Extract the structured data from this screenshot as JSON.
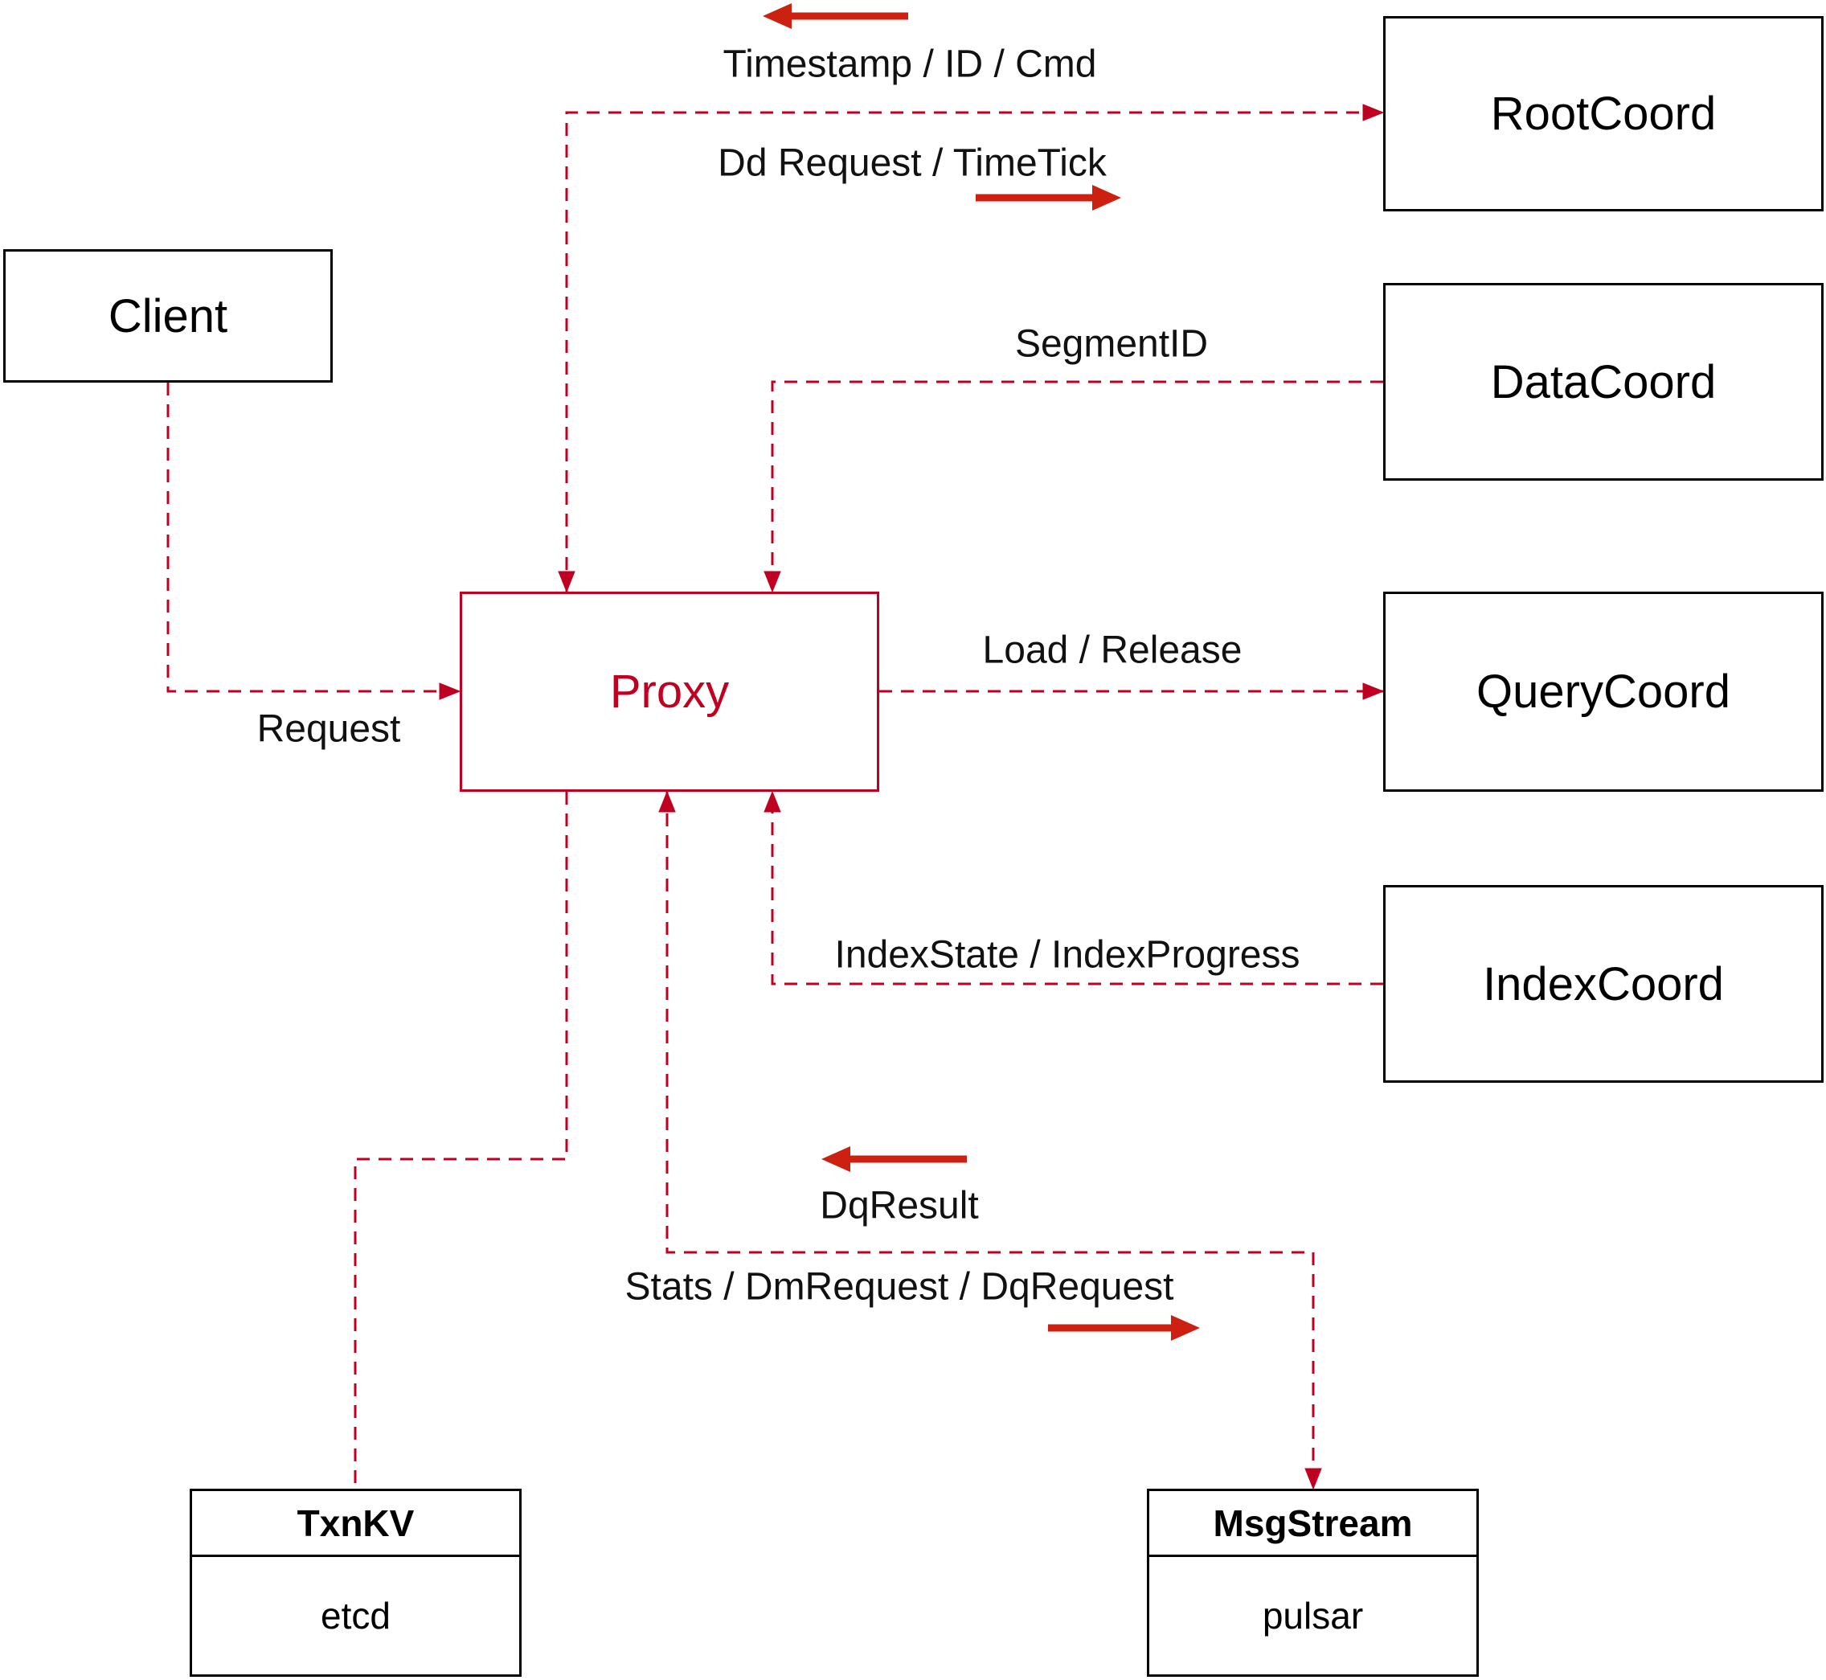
{
  "colors": {
    "accent": "#c00021",
    "arrow": "#cc2110",
    "node_border": "#000000",
    "text": "#111111",
    "background": "#ffffff"
  },
  "nodes": {
    "client": {
      "label": "Client"
    },
    "proxy": {
      "label": "Proxy"
    },
    "rootcoord": {
      "label": "RootCoord"
    },
    "datacoord": {
      "label": "DataCoord"
    },
    "querycoord": {
      "label": "QueryCoord"
    },
    "indexcoord": {
      "label": "IndexCoord"
    },
    "txnkv": {
      "title": "TxnKV",
      "subtitle": "etcd"
    },
    "msgstream": {
      "title": "MsgStream",
      "subtitle": "pulsar"
    }
  },
  "edges": {
    "client_to_proxy": {
      "label": "Request"
    },
    "proxy_rootcoord": {
      "to_proxy_label": "Timestamp / ID / Cmd",
      "to_rootcoord_label": "Dd Request / TimeTick"
    },
    "datacoord_to_proxy": {
      "label": "SegmentID"
    },
    "proxy_to_querycoord": {
      "label": "Load / Release"
    },
    "indexcoord_to_proxy": {
      "label": "IndexState / IndexProgress"
    },
    "proxy_msgstream": {
      "to_proxy_label": "DqResult",
      "to_msgstream_label": "Stats / DmRequest / DqRequest"
    }
  }
}
